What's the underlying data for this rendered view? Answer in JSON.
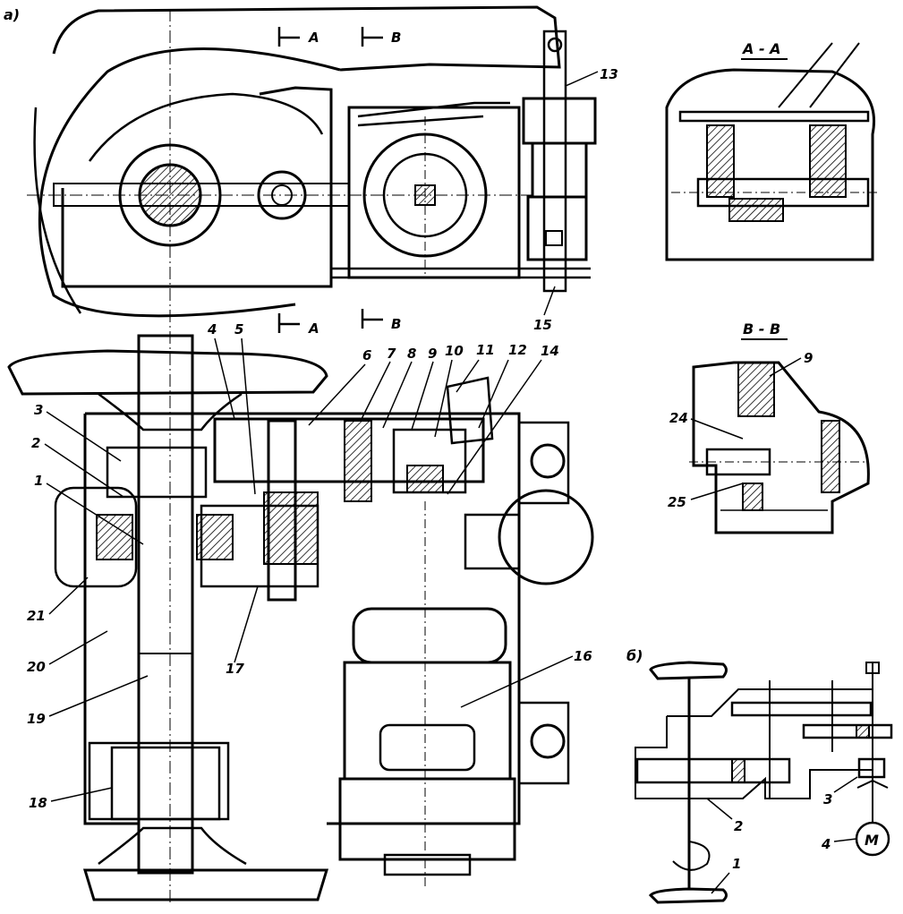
{
  "views": {
    "a_label": "а)",
    "b_label": "б)",
    "section_aa": "А - А",
    "section_bb": "В - В"
  },
  "section_marks": {
    "a": "А",
    "b": "В"
  },
  "callouts_main": [
    "1",
    "2",
    "3",
    "4",
    "5",
    "6",
    "7",
    "8",
    "9",
    "10",
    "11",
    "12",
    "13",
    "14",
    "15",
    "16",
    "17",
    "18",
    "19",
    "20",
    "21"
  ],
  "callouts_bb": [
    "9",
    "24",
    "25"
  ],
  "callouts_scheme": [
    "1",
    "2",
    "3",
    "4"
  ],
  "motor_symbol": "M"
}
